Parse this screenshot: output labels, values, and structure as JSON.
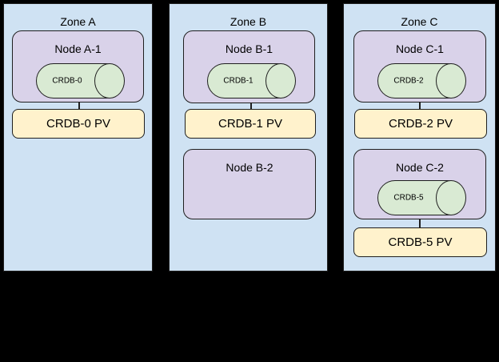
{
  "colors": {
    "background": "#000000",
    "zone_fill": "#cfe2f3",
    "node_fill": "#d9d2e9",
    "cylinder_fill": "#d9ead3",
    "pv_fill": "#fff2cc",
    "border": "#1f1f1f",
    "text": "#000000"
  },
  "zones": [
    {
      "label": "Zone A",
      "nodes": [
        {
          "label": "Node A-1",
          "cylinder": "CRDB-0",
          "pv": "CRDB-0 PV"
        }
      ]
    },
    {
      "label": "Zone B",
      "nodes": [
        {
          "label": "Node B-1",
          "cylinder": "CRDB-1",
          "pv": "CRDB-1 PV"
        },
        {
          "label": "Node B-2"
        }
      ]
    },
    {
      "label": "Zone C",
      "nodes": [
        {
          "label": "Node C-1",
          "cylinder": "CRDB-2",
          "pv": "CRDB-2 PV"
        },
        {
          "label": "Node C-2",
          "cylinder": "CRDB-5",
          "pv": "CRDB-5 PV"
        }
      ]
    }
  ]
}
